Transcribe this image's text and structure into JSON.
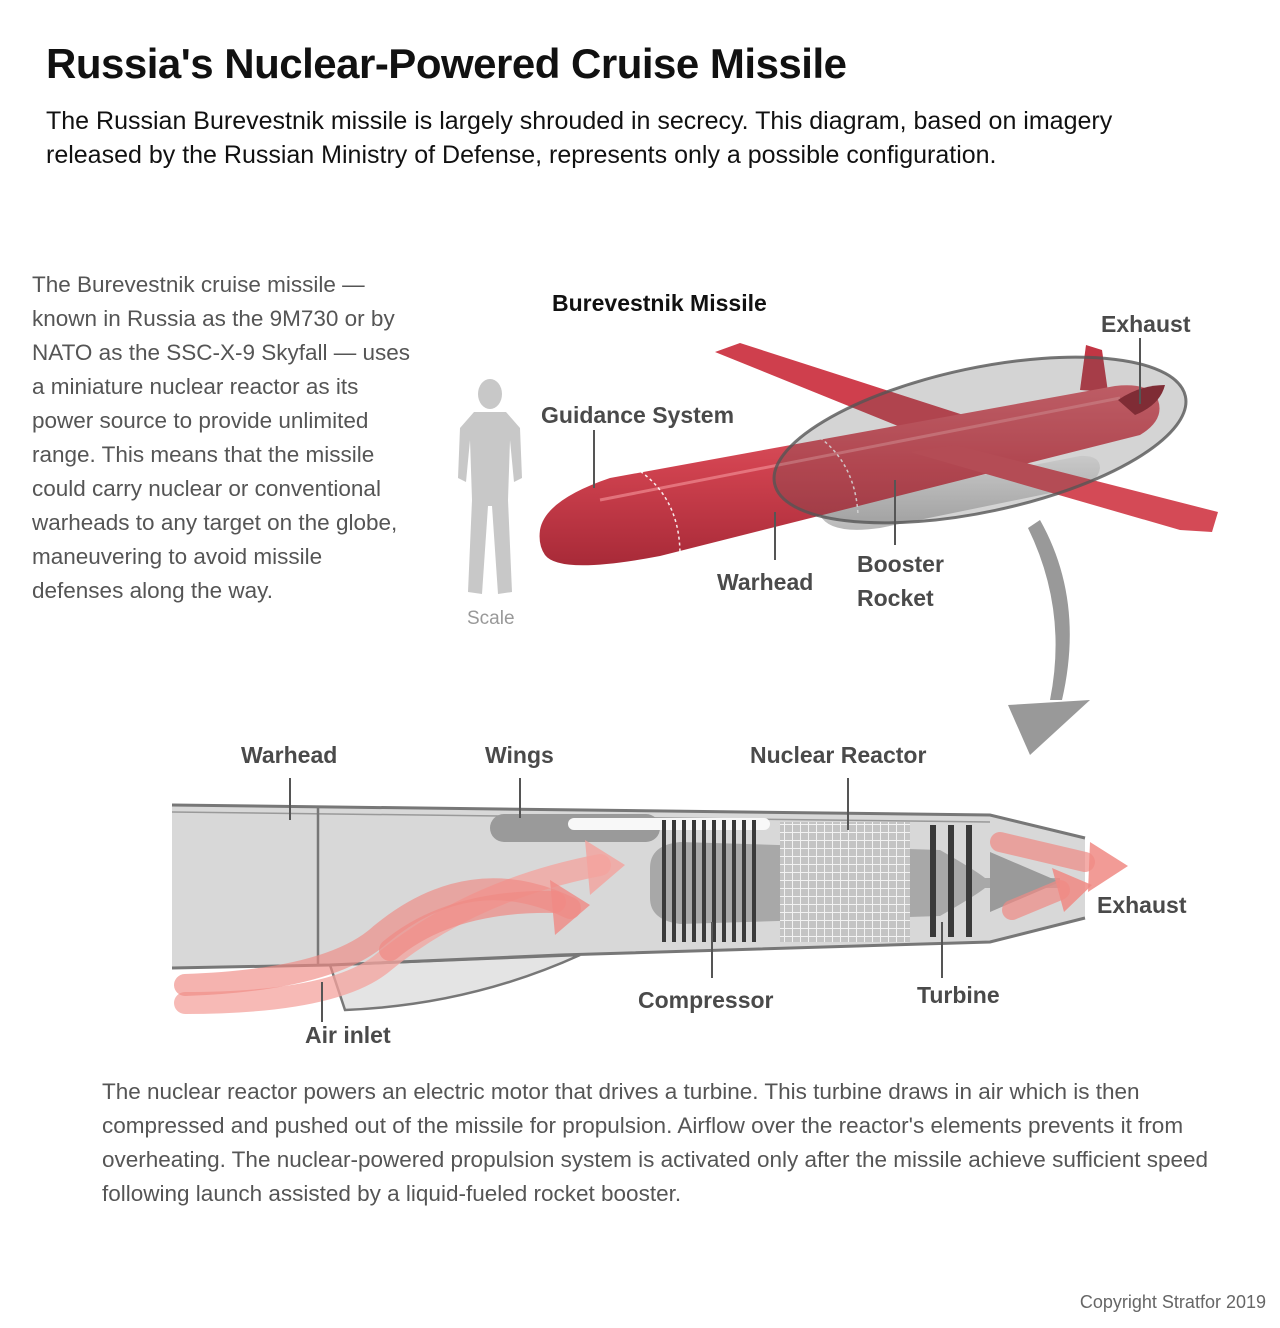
{
  "header": {
    "title": "Russia's Nuclear-Powered Cruise Missile",
    "subtitle": "The Russian Burevestnik missile is largely shrouded in secrecy. This diagram, based on imagery released by the Russian Ministry of Defense, represents only a possible configuration."
  },
  "intro_text": "The Burevestnik cruise missile — known in Russia as the 9M730 or by NATO as the SSC-X-9 Skyfall — uses a miniature nuclear reactor as its power source to provide unlimited range. This means that the missile could carry nuclear or conventional warheads to any target on the globe, maneuvering to avoid missile defenses along the way.",
  "exterior": {
    "title": "Burevestnik Missile",
    "scale_label": "Scale",
    "labels": {
      "guidance": "Guidance System",
      "exhaust": "Exhaust",
      "warhead": "Warhead",
      "booster_line1": "Booster",
      "booster_line2": "Rocket"
    }
  },
  "cutaway": {
    "labels": {
      "warhead": "Warhead",
      "wings": "Wings",
      "reactor": "Nuclear Reactor",
      "exhaust": "Exhaust",
      "compressor": "Compressor",
      "turbine": "Turbine",
      "air_inlet": "Air inlet"
    }
  },
  "footer_text": "The nuclear reactor powers an electric motor that drives a turbine. This turbine draws in air which is then compressed and pushed out of the missile for propulsion. Airflow over the reactor's elements prevents it from overheating. The nuclear-powered propulsion system is activated only after the missile achieve sufficient speed following launch assisted by a liquid-fueled rocket booster.",
  "copyright": "Copyright Stratfor 2019",
  "colors": {
    "missile_red": "#d0424f",
    "missile_dark": "#a82a38",
    "body_gray": "#d6d6d6",
    "outline_gray": "#777777",
    "airflow_pink": "#f08a84"
  }
}
